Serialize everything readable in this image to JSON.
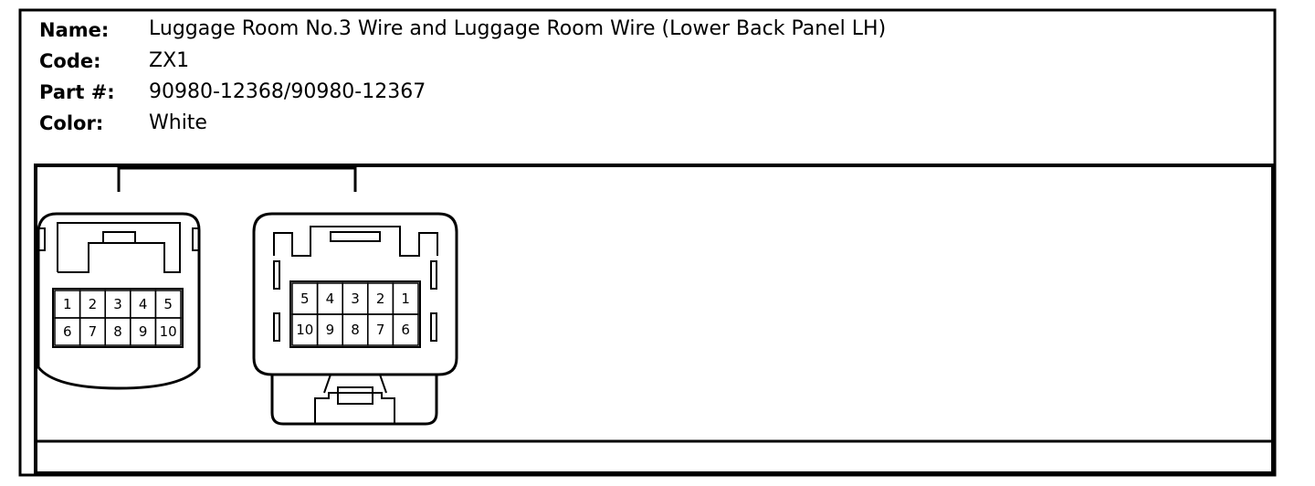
{
  "info": {
    "name_label": "Name:",
    "name_value": "Luggage Room No.3 Wire and Luggage Room Wire (Lower Back Panel LH)",
    "code_label": "Code:",
    "code_value": "ZX1",
    "part_label": "Part #:",
    "part_value": "90980-12368/90980-12367",
    "color_label": "Color:",
    "color_value": "White"
  },
  "connector_a": {
    "top_row": [
      "1",
      "2",
      "3",
      "4",
      "5"
    ],
    "bottom_row": [
      "6",
      "7",
      "8",
      "9",
      "10"
    ]
  },
  "connector_b": {
    "top_row": [
      "5",
      "4",
      "3",
      "2",
      "1"
    ],
    "bottom_row": [
      "10",
      "9",
      "8",
      "7",
      "6"
    ]
  }
}
